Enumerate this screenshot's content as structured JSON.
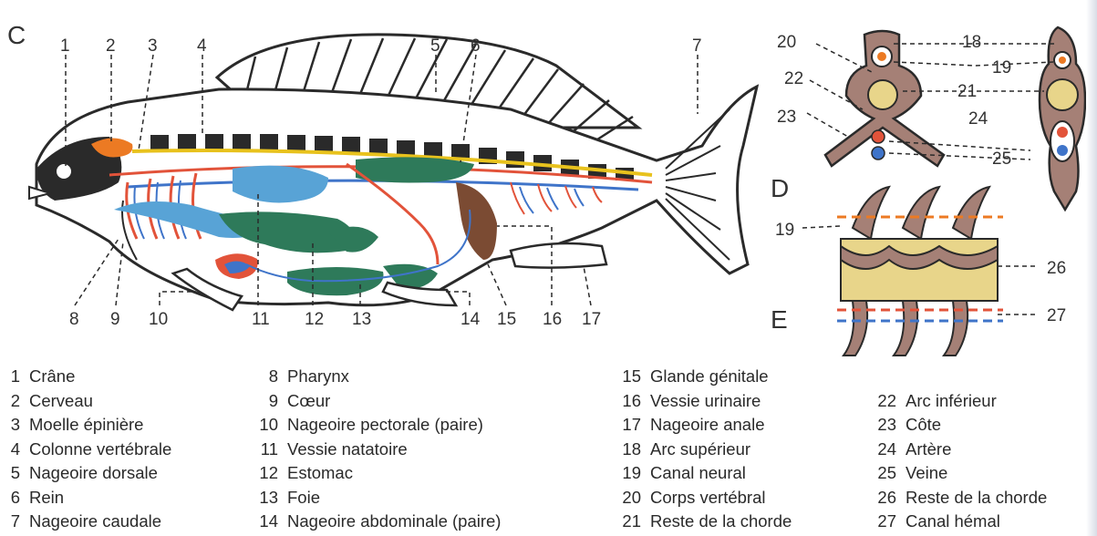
{
  "panels": {
    "c": "C",
    "d": "D",
    "e": "E"
  },
  "figure_numbers": [
    "1",
    "2",
    "3",
    "4",
    "5",
    "6",
    "7",
    "8",
    "9",
    "10",
    "11",
    "12",
    "13",
    "14",
    "15",
    "16",
    "17",
    "18",
    "19",
    "20",
    "21",
    "22",
    "23",
    "24",
    "25",
    "26",
    "27"
  ],
  "legend": [
    [
      {
        "n": "1",
        "label": "Crâne"
      },
      {
        "n": "2",
        "label": "Cerveau"
      },
      {
        "n": "3",
        "label": "Moelle épinière"
      },
      {
        "n": "4",
        "label": "Colonne vertébrale"
      },
      {
        "n": "5",
        "label": "Nageoire dorsale"
      },
      {
        "n": "6",
        "label": "Rein"
      },
      {
        "n": "7",
        "label": "Nageoire caudale"
      }
    ],
    [
      {
        "n": "8",
        "label": "Pharynx"
      },
      {
        "n": "9",
        "label": "Cœur"
      },
      {
        "n": "10",
        "label": "Nageoire pectorale (paire)"
      },
      {
        "n": "11",
        "label": "Vessie natatoire"
      },
      {
        "n": "12",
        "label": "Estomac"
      },
      {
        "n": "13",
        "label": "Foie"
      },
      {
        "n": "14",
        "label": "Nageoire abdominale (paire)"
      }
    ],
    [
      {
        "n": "15",
        "label": "Glande génitale"
      },
      {
        "n": "16",
        "label": "Vessie urinaire"
      },
      {
        "n": "17",
        "label": "Nageoire anale"
      },
      {
        "n": "18",
        "label": "Arc supérieur"
      },
      {
        "n": "19",
        "label": "Canal neural"
      },
      {
        "n": "20",
        "label": "Corps vertébral"
      },
      {
        "n": "21",
        "label": "Reste de la chorde"
      }
    ],
    [
      {
        "n": "22",
        "label": "Arc inférieur"
      },
      {
        "n": "23",
        "label": "Côte"
      },
      {
        "n": "24",
        "label": "Artère"
      },
      {
        "n": "25",
        "label": "Veine"
      },
      {
        "n": "26",
        "label": "Reste de la chorde"
      },
      {
        "n": "27",
        "label": "Canal hémal"
      }
    ]
  ],
  "colors": {
    "outline": "#2a2a2a",
    "bone": "#a58076",
    "artery": "#e2533a",
    "vein": "#3f74c9",
    "nerve": "#e8c21d",
    "brain": "#ec7a23",
    "organ_green": "#2e7a5a",
    "organ_blue": "#58a3d6",
    "notochord": "#e8d58a",
    "gonad": "#7b4b33"
  }
}
